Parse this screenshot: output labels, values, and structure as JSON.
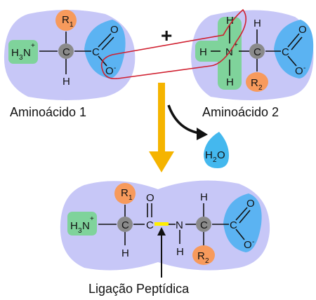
{
  "labels": {
    "amino1": "Aminoácido 1",
    "amino2": "Aminoácido 2",
    "plus": "+",
    "water_h": "H",
    "water_sub": "2",
    "water_o": "O",
    "peptide_bond": "Ligação Peptídica"
  },
  "atoms": {
    "h": "H",
    "n": "N",
    "c": "C",
    "o": "O",
    "r": "R",
    "plus": "+",
    "minus": "-",
    "sub1": "1",
    "sub2": "2",
    "sub3": "3"
  },
  "colors": {
    "molecule_fill": "#c7c7f7",
    "amine_green": "#7fd39b",
    "r_orange": "#f79a5c",
    "carbon_gray": "#8a8a8a",
    "carboxyl_blue": "#5bb3f2",
    "highlight_red": "#d02030",
    "arrow_yellow": "#f5b400",
    "bond_yellow": "#ffee00",
    "water_blue": "#44b8ee"
  }
}
